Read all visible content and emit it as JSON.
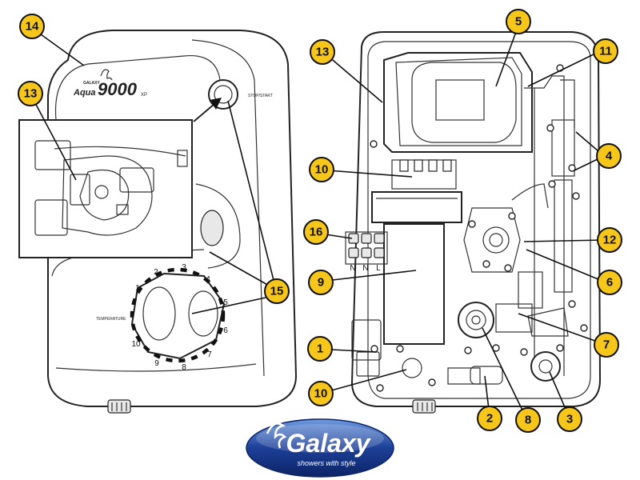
{
  "front_panel": {
    "brand_small": "GALAXY",
    "brand_aqua": "Aqua",
    "brand_model": "9000",
    "brand_suffix": "XP",
    "stop_start_label": "STOP/START",
    "temperature_label": "TEMPERATURE",
    "dial_numbers": [
      "1",
      "2",
      "3",
      "4",
      "5",
      "6",
      "7",
      "8",
      "9",
      "10"
    ]
  },
  "terminal_labels": [
    "N",
    "N",
    "L"
  ],
  "callouts": {
    "c14": "14",
    "c13a": "13",
    "c15": "15",
    "c13b": "13",
    "c5": "5",
    "c11": "11",
    "c10a": "10",
    "c4": "4",
    "c16": "16",
    "c12": "12",
    "c9": "9",
    "c6": "6",
    "c7": "7",
    "c1": "1",
    "c10b": "10",
    "c2": "2",
    "c8": "8",
    "c3": "3"
  },
  "logo": {
    "name": "Galaxy",
    "tagline": "showers with style"
  },
  "colors": {
    "callout_fill": "#f6c61a",
    "logo_blue": "#1c3f97",
    "logo_light": "#6f9ae0"
  }
}
